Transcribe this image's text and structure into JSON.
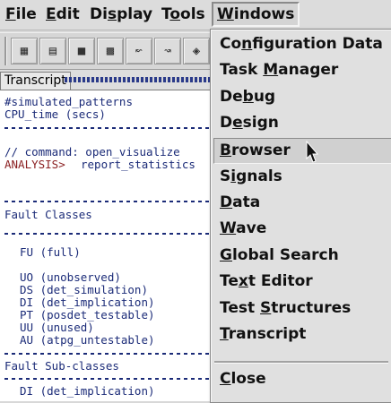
{
  "menubar": {
    "items": [
      {
        "pre": "",
        "key": "F",
        "post": "ile"
      },
      {
        "pre": "",
        "key": "E",
        "post": "dit"
      },
      {
        "pre": "Di",
        "key": "s",
        "post": "play"
      },
      {
        "pre": "T",
        "key": "o",
        "post": "ols"
      },
      {
        "pre": "",
        "key": "W",
        "post": "indows"
      }
    ]
  },
  "toolbar": {
    "icons": [
      "schematic-icon",
      "open-folder-icon",
      "save-icon",
      "grid-icon",
      "wave-left-icon",
      "wave-right-icon",
      "target-icon"
    ]
  },
  "transcript": {
    "tab_label": "Transcript",
    "lines": [
      "#simulated_patterns",
      "CPU_time (secs)",
      "// command: open_visualize",
      "ANALYSIS>",
      "report_statistics",
      "Fault Classes",
      "FU (full)",
      "UO (unobserved)",
      "DS (det_simulation)",
      "DI (det_implication)",
      "PT (posdet_testable)",
      "UU (unused)",
      "AU (atpg_untestable)",
      "Fault Sub-classes",
      "DI (det_implication)"
    ]
  },
  "windows_menu": {
    "items": [
      {
        "pre": "Co",
        "key": "n",
        "post": "figuration Data"
      },
      {
        "pre": "Task ",
        "key": "M",
        "post": "anager"
      },
      {
        "pre": "De",
        "key": "b",
        "post": "ug"
      },
      {
        "pre": "D",
        "key": "e",
        "post": "sign"
      },
      {
        "pre": "",
        "key": "B",
        "post": "rowser"
      },
      {
        "pre": "S",
        "key": "i",
        "post": "gnals"
      },
      {
        "pre": "",
        "key": "D",
        "post": "ata"
      },
      {
        "pre": "",
        "key": "W",
        "post": "ave"
      },
      {
        "pre": "",
        "key": "G",
        "post": "lobal Search"
      },
      {
        "pre": "Te",
        "key": "x",
        "post": "t Editor"
      },
      {
        "pre": "Test ",
        "key": "S",
        "post": "tructures"
      },
      {
        "pre": "",
        "key": "T",
        "post": "ranscript"
      }
    ],
    "close": {
      "pre": "",
      "key": "C",
      "post": "lose"
    },
    "hovered_item": "Browser"
  }
}
